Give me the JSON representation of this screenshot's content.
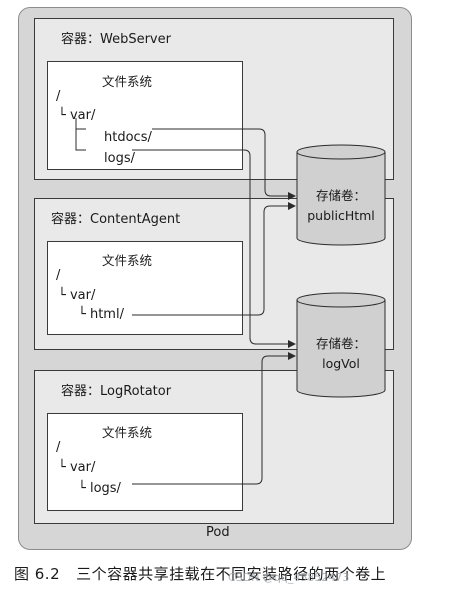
{
  "pod": {
    "label": "Pod"
  },
  "containers": [
    {
      "title": "容器：WebServer",
      "fs_title": "文件系统",
      "tree": [
        "/",
        "└ var/",
        "htdocs/",
        "logs/"
      ]
    },
    {
      "title": "容器：ContentAgent",
      "fs_title": "文件系统",
      "tree": [
        "/",
        "└ var/",
        "└ html/"
      ]
    },
    {
      "title": "容器：LogRotator",
      "fs_title": "文件系统",
      "tree": [
        "/",
        "└ var/",
        "└ logs/"
      ]
    }
  ],
  "volumes": [
    {
      "label": "存储卷：",
      "name": "publicHtml"
    },
    {
      "label": "存储卷：",
      "name": "logVol"
    }
  ],
  "caption": {
    "figure": "图 6.2",
    "text": "三个容器共享挂载在不同安装路径的两个卷上"
  },
  "watermark": "CSDN @qq_45852473",
  "colors": {
    "pod_bg": "#d6d6d6",
    "container_bg": "#e9e9e9",
    "volume_fill": "#d0d0d0",
    "line": "#2b2b2b"
  }
}
